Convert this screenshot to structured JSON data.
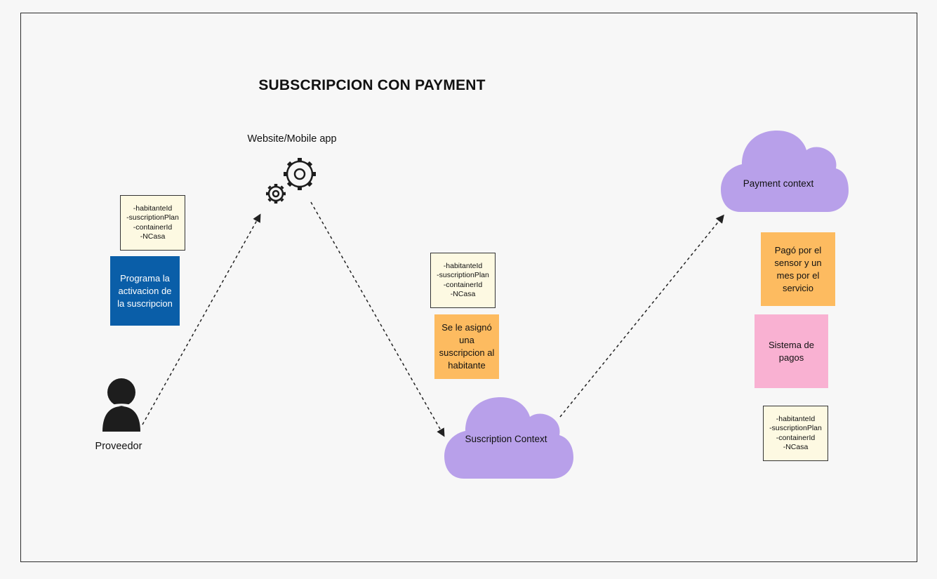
{
  "diagram": {
    "title": "SUBSCRIPCION CON PAYMENT",
    "actor": {
      "label": "Proveedor",
      "icon": "person-icon"
    },
    "app": {
      "label": "Website/Mobile app",
      "icon": "gears-icon"
    },
    "attribute_notes": [
      {
        "lines": [
          "-habitanteId",
          "-suscriptionPlan",
          "-containerId",
          "-NCasa"
        ]
      },
      {
        "lines": [
          "-habitanteId",
          "-suscriptionPlan",
          "-containerId",
          "-NCasa"
        ]
      },
      {
        "lines": [
          "-habitanteId",
          "-suscriptionPlan",
          "-containerId",
          "-NCasa"
        ]
      }
    ],
    "stickies": {
      "programa": {
        "text": "Programa la activacion de la suscripcion",
        "color": "#0a5ea8"
      },
      "asigno": {
        "text": "Se le asignó una suscripcion al habitante",
        "color": "#fdbb60"
      },
      "pago": {
        "text": "Pagó por el sensor y un mes por el servicio",
        "color": "#fdbb60"
      },
      "sistema": {
        "text": "Sistema de pagos",
        "color": "#f9b1d2"
      }
    },
    "clouds": {
      "subscription": {
        "label": "Suscription Context",
        "color": "#b8a0ea"
      },
      "payment": {
        "label": "Payment context",
        "color": "#b8a0ea"
      }
    }
  }
}
